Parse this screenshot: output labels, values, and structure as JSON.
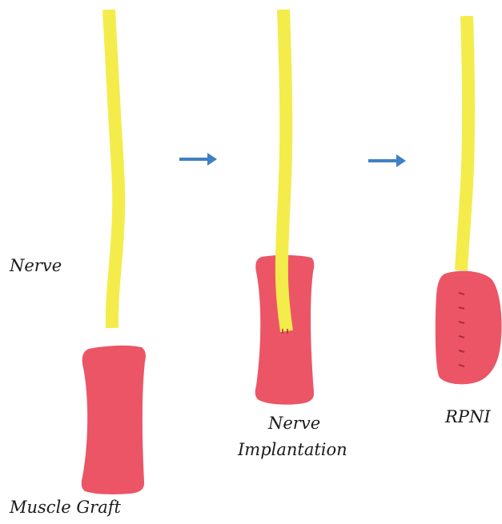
{
  "labels": {
    "nerve": "Nerve",
    "muscle_graft": "Muscle Graft",
    "nerve_implantation_line1": "Nerve",
    "nerve_implantation_line2": "Implantation",
    "rpni": "RPNI"
  },
  "colors": {
    "nerve": "#f4ec4a",
    "muscle": "#eb5566",
    "arrow": "#3f7fc4",
    "suture": "#b02a3a",
    "text": "#1a1a1a"
  }
}
